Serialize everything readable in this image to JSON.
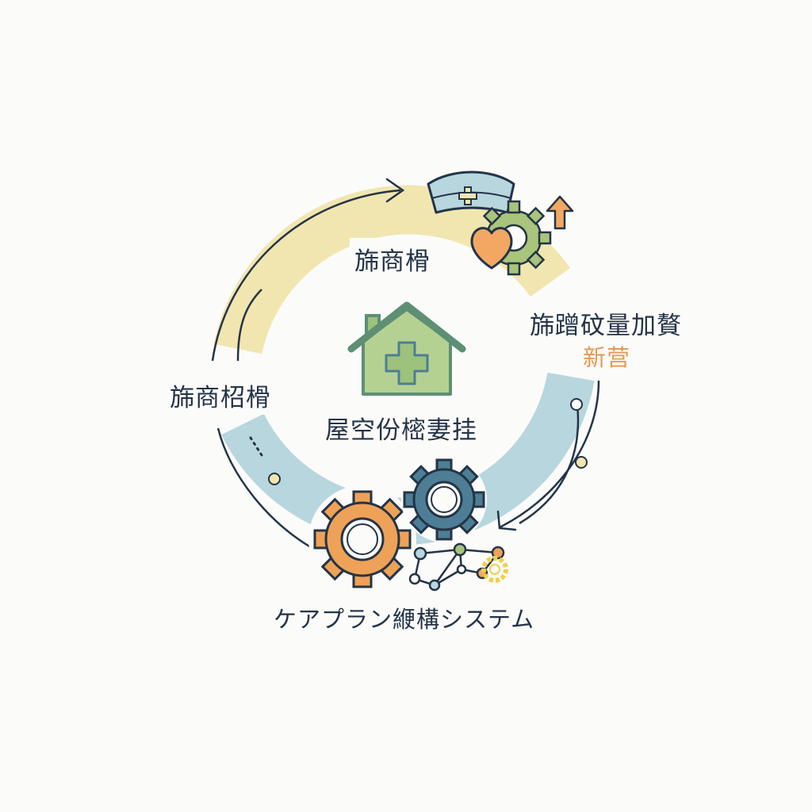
{
  "diagram": {
    "center_label": "屋空份樒妻挂",
    "labels": {
      "top": "旆商榾",
      "right": "旆蹭砇量加贅",
      "right_sub": "新营",
      "left": "旆商柖榾",
      "bottom": "ケアプラン緶構システム"
    },
    "colors": {
      "arc_yellow": "#f1e6b0",
      "arc_blue": "#b8d6de",
      "line_navy": "#243447",
      "house_green": "#9dc27c",
      "house_stroke": "#5e8f74",
      "gear_orange": "#eea257",
      "gear_blue": "#4d7e95",
      "gear_green": "#a9c47b",
      "heart_orange": "#f2a862",
      "accent_orange": "#e39a54"
    },
    "icons": [
      "nurse-cap-icon",
      "heart-icon",
      "gear-icon",
      "arrow-up-icon",
      "home-cross-icon",
      "network-icon",
      "small-gear-icon"
    ]
  }
}
